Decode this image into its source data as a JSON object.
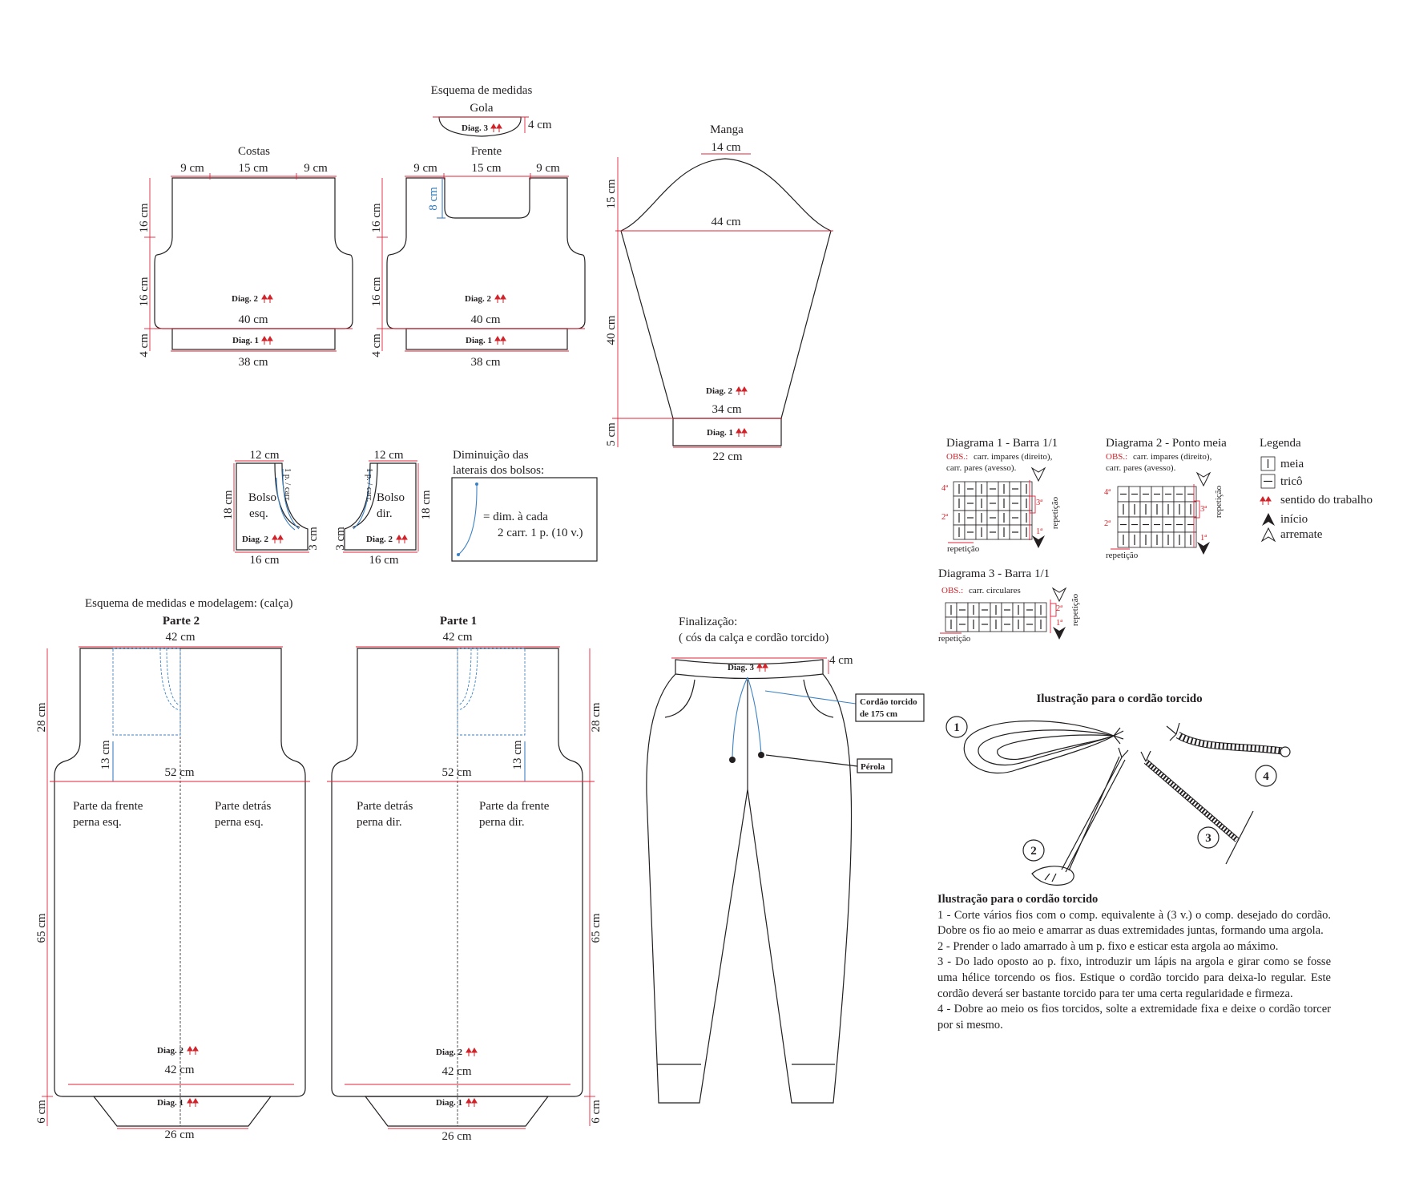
{
  "top": {
    "title": "Esquema de medidas",
    "gola": {
      "label": "Gola",
      "diag": "Diag. 3",
      "height": "4 cm"
    }
  },
  "costas": {
    "label": "Costas",
    "top_left": "9 cm",
    "top_mid": "15 cm",
    "top_right": "9 cm",
    "side_upper": "16 cm",
    "side_lower": "16 cm",
    "side_rib": "4 cm",
    "diag2": "Diag. 2",
    "width": "40 cm",
    "diag1": "Diag. 1",
    "bottom": "38 cm"
  },
  "frente": {
    "label": "Frente",
    "top_left": "9 cm",
    "top_mid": "15 cm",
    "top_right": "9 cm",
    "neck_depth": "8 cm",
    "side_upper": "16 cm",
    "side_lower": "16 cm",
    "side_rib": "4 cm",
    "diag2": "Diag. 2",
    "width": "40 cm",
    "diag1": "Diag. 1",
    "bottom": "38 cm"
  },
  "manga": {
    "label": "Manga",
    "top": "14 cm",
    "cap_height": "15 cm",
    "width": "44 cm",
    "length": "40 cm",
    "cuff": "5 cm",
    "diag2": "Diag. 2",
    "lower_width": "34 cm",
    "diag1": "Diag. 1",
    "bottom": "22 cm"
  },
  "bolsos": {
    "esq": {
      "top": "12 cm",
      "side": "18 cm",
      "name1": "Bolso",
      "name2": "esq.",
      "diag": "Diag. 2",
      "corner": "3 cm",
      "bottom": "16 cm",
      "edge_label": "1 p. / carr."
    },
    "dir": {
      "top": "12 cm",
      "side": "18 cm",
      "name1": "Bolso",
      "name2": "dir.",
      "diag": "Diag. 2",
      "corner": "3 cm",
      "bottom": "16 cm",
      "edge_label": "1 p. / carr."
    },
    "dim_title1": "Diminuição das",
    "dim_title2": "laterais dos bolsos:",
    "dim_text1": "= dim. à cada",
    "dim_text2": "2 carr. 1 p. (10 v.)"
  },
  "calca": {
    "title": "Esquema de medidas e modelagem: (calça)",
    "parte2": {
      "label": "Parte 2",
      "top": "42 cm",
      "upper_side": "28 cm",
      "pocket": "13 cm",
      "hip": "52 cm",
      "front1": "Parte da frente",
      "front2": "perna esq.",
      "back1": "Parte detrás",
      "back2": "perna esq.",
      "leg": "65 cm",
      "diag2": "Diag. 2",
      "lower": "42 cm",
      "cuff": "6 cm",
      "diag1": "Diag. 1",
      "bottom": "26 cm"
    },
    "parte1": {
      "label": "Parte 1",
      "top": "42 cm",
      "upper_side": "28 cm",
      "pocket": "13 cm",
      "hip": "52 cm",
      "back1": "Parte detrás",
      "back2": "perna dir.",
      "front1": "Parte da frente",
      "front2": "perna dir.",
      "leg": "65 cm",
      "diag2": "Diag. 2",
      "lower": "42 cm",
      "cuff": "6 cm",
      "diag1": "Diag. 1",
      "bottom": "26 cm"
    }
  },
  "finalizacao": {
    "title1": "Finalização:",
    "title2": "( cós da calça e cordão torcido)",
    "diag3": "Diag. 3",
    "waist": "4 cm",
    "cord1": "Cordão torcido",
    "cord2": "de 175 cm",
    "pearl": "Pérola"
  },
  "diagramas": {
    "d1": {
      "title": "Diagrama 1 - Barra 1/1",
      "obs": "OBS.:",
      "obs1": "carr. impares (direito),",
      "obs2": "carr. pares (avesso).",
      "rows": [
        "4ª",
        "3ª",
        "2ª",
        "1ª"
      ],
      "rep_v": "repetição",
      "rep_h": "repetição"
    },
    "d2": {
      "title": "Diagrama 2 - Ponto meia",
      "obs": "OBS.:",
      "obs1": "carr. impares (direito),",
      "obs2": "carr. pares (avesso).",
      "rows": [
        "4ª",
        "3ª",
        "2ª",
        "1ª"
      ],
      "rep_v": "repetição",
      "rep_h": "repetição"
    },
    "d3": {
      "title": "Diagrama 3 - Barra 1/1",
      "obs": "OBS.:",
      "obs1": "carr. circulares",
      "rows": [
        "2ª",
        "1ª"
      ],
      "rep_v": "repetição",
      "rep_h": "repetição"
    }
  },
  "legenda": {
    "title": "Legenda",
    "items": [
      "meia",
      "tricô",
      "sentido do trabalho",
      "início",
      "arremate"
    ]
  },
  "ilustracao": {
    "title": "Ilustração para o cordão torcido",
    "nums": [
      "1",
      "2",
      "3",
      "4"
    ]
  },
  "instrucoes": {
    "title": "Ilustração para o cordão torcido",
    "steps": [
      "1 - Corte vários fios com o comp. equivalente à (3 v.) o comp. desejado do cordão. Dobre os fio ao meio e amarrar as duas extremidades juntas, formando uma argola.",
      "2 - Prender o lado amarrado à um p. fixo e esticar esta argola ao máximo.",
      "3 - Do lado oposto ao p. fixo, introduzir um lápis na argola e girar como se fosse uma hélice torcendo os fios. Estique o cordão torcido para deixa-lo regular. Este cordão deverá ser bastante torcido para ter uma certa regularidade e firmeza.",
      "4 - Dobre ao meio os fios torcidos, solte a extremidade fixa e deixe o cordão torcer por si mesmo."
    ]
  },
  "colors": {
    "outline": "#231f20",
    "measure": "#e0243a",
    "accent": "#3b82c4",
    "arrow": "#d2232a"
  }
}
